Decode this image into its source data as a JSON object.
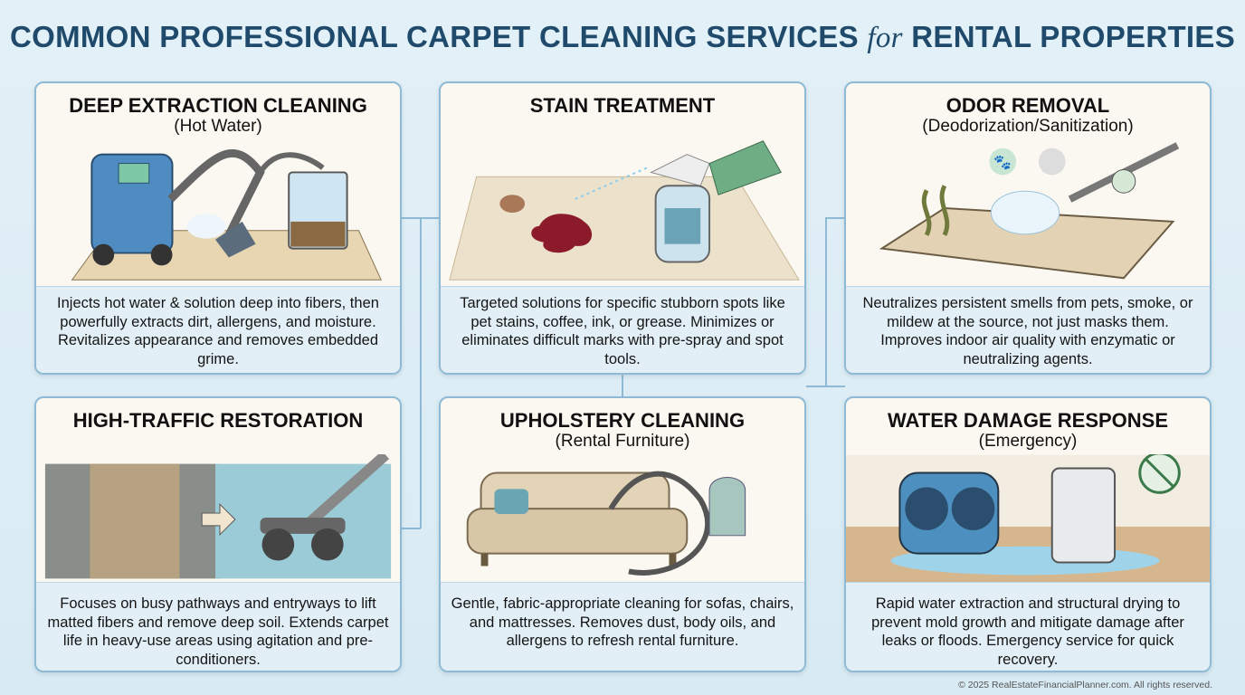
{
  "title": {
    "main": "COMMON PROFESSIONAL CARPET CLEANING SERVICES",
    "connector": "for",
    "end": "RENTAL PROPERTIES"
  },
  "cards": [
    {
      "title": "DEEP EXTRACTION CLEANING",
      "subtitle": "(Hot Water)",
      "description": "Injects hot water & solution deep into fibers, then powerfully extracts dirt, allergens, and moisture. Revitalizes appearance and removes embedded grime.",
      "icon": "extraction-machine-icon"
    },
    {
      "title": "STAIN TREATMENT",
      "subtitle": "",
      "description": "Targeted solutions for specific stubborn spots like pet stains, coffee, ink, or grease. Minimizes or eliminates difficult marks with pre-spray and spot tools.",
      "icon": "spray-bottle-icon"
    },
    {
      "title": "ODOR REMOVAL",
      "subtitle": "(Deodorization/Sanitization)",
      "description": "Neutralizes persistent smells from pets, smoke, or mildew at the source, not just masks them. Improves indoor air quality with enzymatic or neutralizing agents.",
      "icon": "deodorizer-icon"
    },
    {
      "title": "HIGH-TRAFFIC RESTORATION",
      "subtitle": "",
      "description": "Focuses on busy pathways and entryways to lift matted fibers and remove deep soil. Extends carpet life in heavy-use areas using agitation and pre-conditioners.",
      "icon": "carpet-brush-icon"
    },
    {
      "title": "UPHOLSTERY CLEANING",
      "subtitle": "(Rental Furniture)",
      "description": "Gentle, fabric-appropriate cleaning for sofas, chairs, and mattresses. Removes dust, body oils, and allergens to refresh rental furniture.",
      "icon": "sofa-icon"
    },
    {
      "title": "WATER DAMAGE RESPONSE",
      "subtitle": "(Emergency)",
      "description": "Rapid water extraction and structural drying to prevent mold growth and mitigate damage after leaks or floods. Emergency service for quick recovery.",
      "icon": "air-mover-icon"
    }
  ],
  "footer": "© 2025 RealEstateFinancialPlanner.com. All rights reserved.",
  "colors": {
    "title": "#1f4a6b",
    "border": "#8fbad5",
    "desc_bg": "#e2eff7",
    "background": "#dcecf4"
  }
}
